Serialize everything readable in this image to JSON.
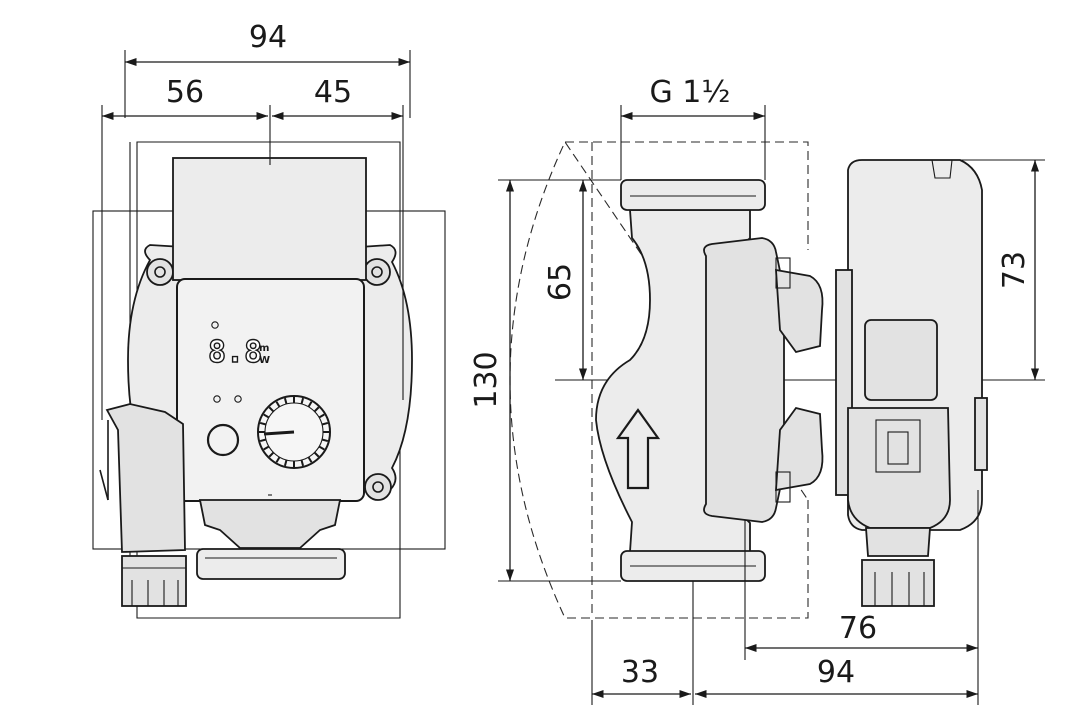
{
  "dimensions": {
    "front_total_width": "94",
    "front_left_width": "56",
    "front_right_width": "45",
    "thread_size": "G 1½",
    "height_total": "130",
    "height_lower": "65",
    "height_right": "73",
    "depth_lower": "76",
    "depth_total": "94",
    "offset_left": "33"
  },
  "display": {
    "reading": "8.8",
    "unit_top": "m",
    "unit_bottom": "W"
  }
}
